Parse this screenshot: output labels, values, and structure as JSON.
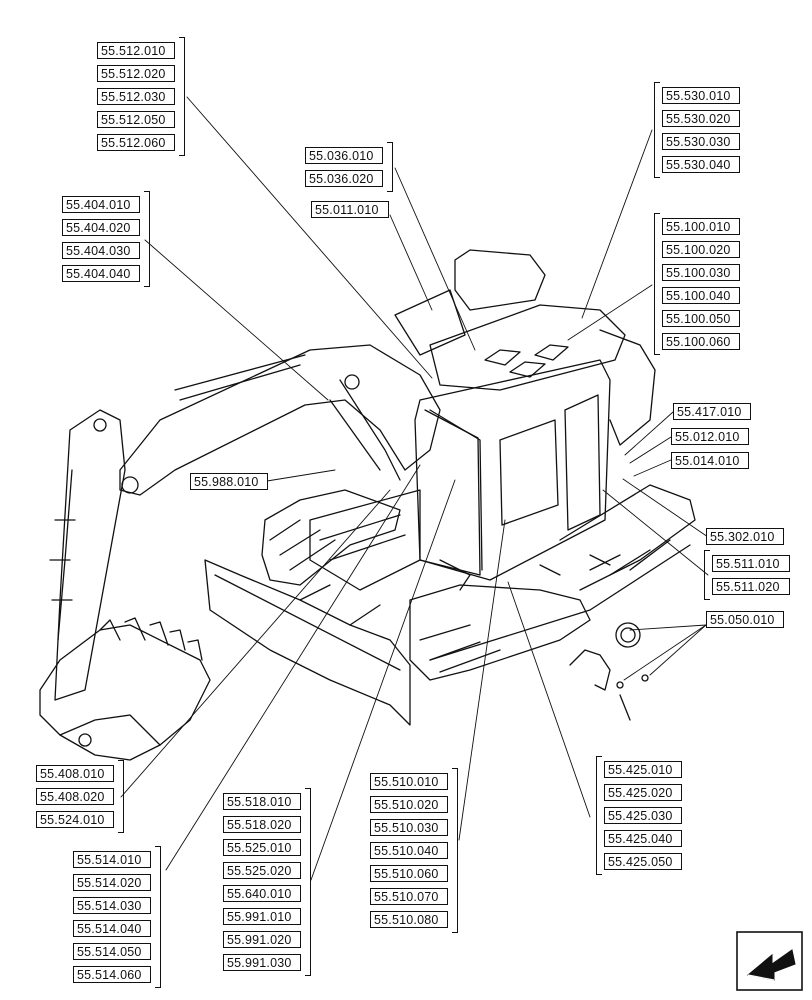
{
  "groups": {
    "g55512": [
      "55.512.010",
      "55.512.020",
      "55.512.030",
      "55.512.050",
      "55.512.060"
    ],
    "g55530": [
      "55.530.010",
      "55.530.020",
      "55.530.030",
      "55.530.040"
    ],
    "g55036": [
      "55.036.010",
      "55.036.020"
    ],
    "g55011": [
      "55.011.010"
    ],
    "g55404": [
      "55.404.010",
      "55.404.020",
      "55.404.030",
      "55.404.040"
    ],
    "g55100": [
      "55.100.010",
      "55.100.020",
      "55.100.030",
      "55.100.040",
      "55.100.050",
      "55.100.060"
    ],
    "g55417": [
      "55.417.010"
    ],
    "g55012": [
      "55.012.010"
    ],
    "g55014": [
      "55.014.010"
    ],
    "g55988": [
      "55.988.010"
    ],
    "g55302": [
      "55.302.010"
    ],
    "g55511": [
      "55.511.010",
      "55.511.020"
    ],
    "g55050": [
      "55.050.010"
    ],
    "g55408": [
      "55.408.010",
      "55.408.020",
      "55.524.010"
    ],
    "g55510": [
      "55.510.010",
      "55.510.020",
      "55.510.030",
      "55.510.040",
      "55.510.060",
      "55.510.070",
      "55.510.080"
    ],
    "g55425": [
      "55.425.010",
      "55.425.020",
      "55.425.030",
      "55.425.040",
      "55.425.050"
    ],
    "g55518": [
      "55.518.010",
      "55.518.020",
      "55.525.010",
      "55.525.020",
      "55.640.010",
      "55.991.010",
      "55.991.020",
      "55.991.030"
    ],
    "g55514": [
      "55.514.010",
      "55.514.020",
      "55.514.030",
      "55.514.040",
      "55.514.050",
      "55.514.060"
    ]
  },
  "icons": {
    "nav": "navigate-arrow-icon"
  },
  "colors": {
    "line": "#111111",
    "background": "#ffffff"
  }
}
